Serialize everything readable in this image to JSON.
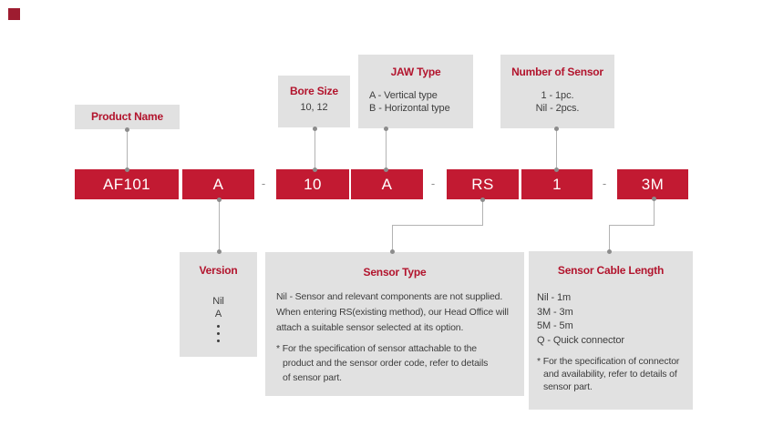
{
  "diagram": {
    "brand_color": "#9e1c30",
    "colors": {
      "code_box_red": "#c21a32",
      "accent_text_red": "#b2142d",
      "panel_gray": "#e1e1e1",
      "body_text": "#3d3d3d"
    },
    "top_labels": {
      "product_name": {
        "title": "Product Name"
      },
      "bore_size": {
        "title": "Bore Size",
        "value": "10, 12"
      },
      "jaw_type": {
        "title": "JAW Type",
        "options": [
          "A - Vertical type",
          "B - Horizontal type"
        ]
      },
      "number_of_sensor": {
        "title": "Number of Sensor",
        "options": [
          "1 - 1pc.",
          "Nil - 2pcs."
        ]
      }
    },
    "code": {
      "separator": "-",
      "segments": [
        "AF101",
        "A",
        "10",
        "A",
        "RS",
        "1",
        "3M"
      ]
    },
    "bottom_labels": {
      "version": {
        "title": "Version",
        "options": [
          "Nil",
          "A"
        ]
      },
      "sensor_type": {
        "title": "Sensor Type",
        "description": [
          "Nil - Sensor and relevant components are not supplied.",
          "When entering RS(existing method), our Head Office will",
          "attach a suitable sensor selected at its option."
        ],
        "note": [
          "* For the specification of sensor attachable to the",
          "product and the sensor order code, refer to details",
          "of sensor part."
        ]
      },
      "sensor_cable_length": {
        "title": "Sensor Cable Length",
        "options": [
          "Nil - 1m",
          "3M - 3m",
          "5M - 5m",
          "Q - Quick connector"
        ],
        "note": [
          "* For the specification of connector",
          "and availability, refer to details of",
          "sensor part."
        ]
      }
    }
  }
}
